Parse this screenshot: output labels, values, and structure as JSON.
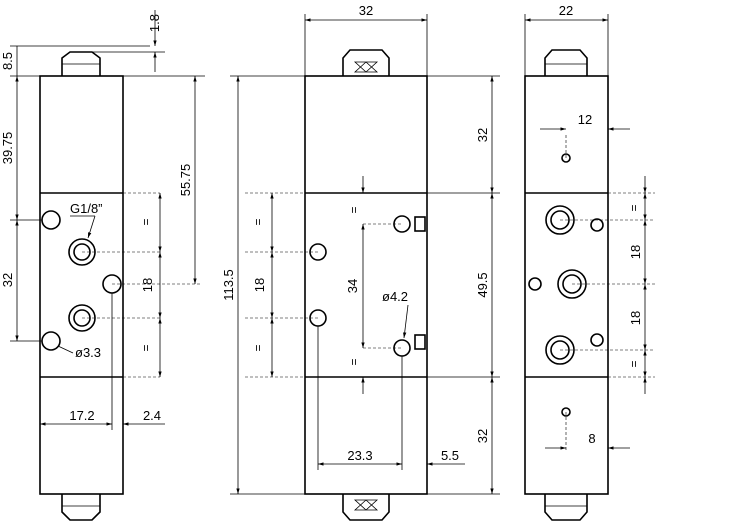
{
  "views": [
    "front-view",
    "center-view",
    "side-view"
  ],
  "left_view": {
    "top_dim_a": "1.8",
    "top_dim_b": "8.5",
    "dim_upper": "39.75",
    "dim_lower": "32",
    "dim_tall": "55.75",
    "dim_ports": "18",
    "eq_mark": "=",
    "thread_label": "G1/8”",
    "hole_label": "ø3.3",
    "dim_width": "17.2",
    "dim_offset": "2.4"
  },
  "center_view": {
    "dim_top_width": "32",
    "dim_total": "113.5",
    "dim_ports": "18",
    "dim_mid": "34",
    "hole_label": "ø4.2",
    "dim_right_mid": "49.5",
    "dim_right_top": "32",
    "dim_right_bot": "32",
    "dim_bottom": "23.3",
    "dim_bottom_offset": "5.5",
    "eq_mark": "="
  },
  "right_view": {
    "dim_top_width": "22",
    "dim_12": "12",
    "dim_18_a": "18",
    "dim_18_b": "18",
    "dim_8": "8",
    "eq_mark": "="
  }
}
